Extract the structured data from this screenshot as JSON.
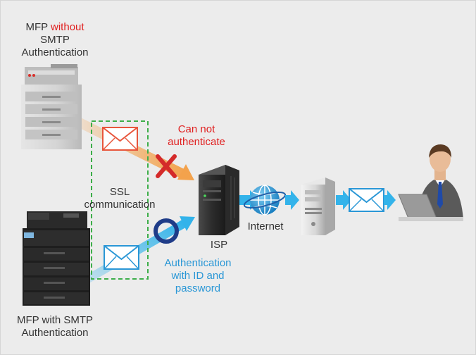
{
  "colors": {
    "background": "#ececec",
    "without_auth_accent": "#e02020",
    "with_auth_accent": "#2a97d6",
    "orange_flow": "#f3a24c",
    "blue_flow": "#33b3ea",
    "ssl_border": "#3dae49"
  },
  "labels": {
    "mfp_without": {
      "prefix": "MFP ",
      "accent": "without",
      "line2": "SMTP",
      "line3": "Authentication"
    },
    "cannot_auth": {
      "line1": "Can not",
      "line2": "authenticate"
    },
    "ssl": {
      "line1": "SSL",
      "line2": "communication"
    },
    "internet": "Internet",
    "isp": "ISP",
    "auth_with_id": {
      "line1": "Authentication",
      "line2": "with ID and",
      "line3": "password"
    },
    "mfp_with": {
      "line1": "MFP with SMTP",
      "line2": "Authentication"
    }
  },
  "icons": {
    "mfp_without_auth": "mfp-printer-icon",
    "mfp_with_auth": "mfp-printer-icon",
    "isp_server": "server-tower-icon",
    "internet": "globe-icon",
    "mail_server": "server-tower-icon",
    "recipient": "user-laptop-icon",
    "email": "envelope-icon",
    "rejected": "cross-icon",
    "accepted": "circle-icon"
  }
}
